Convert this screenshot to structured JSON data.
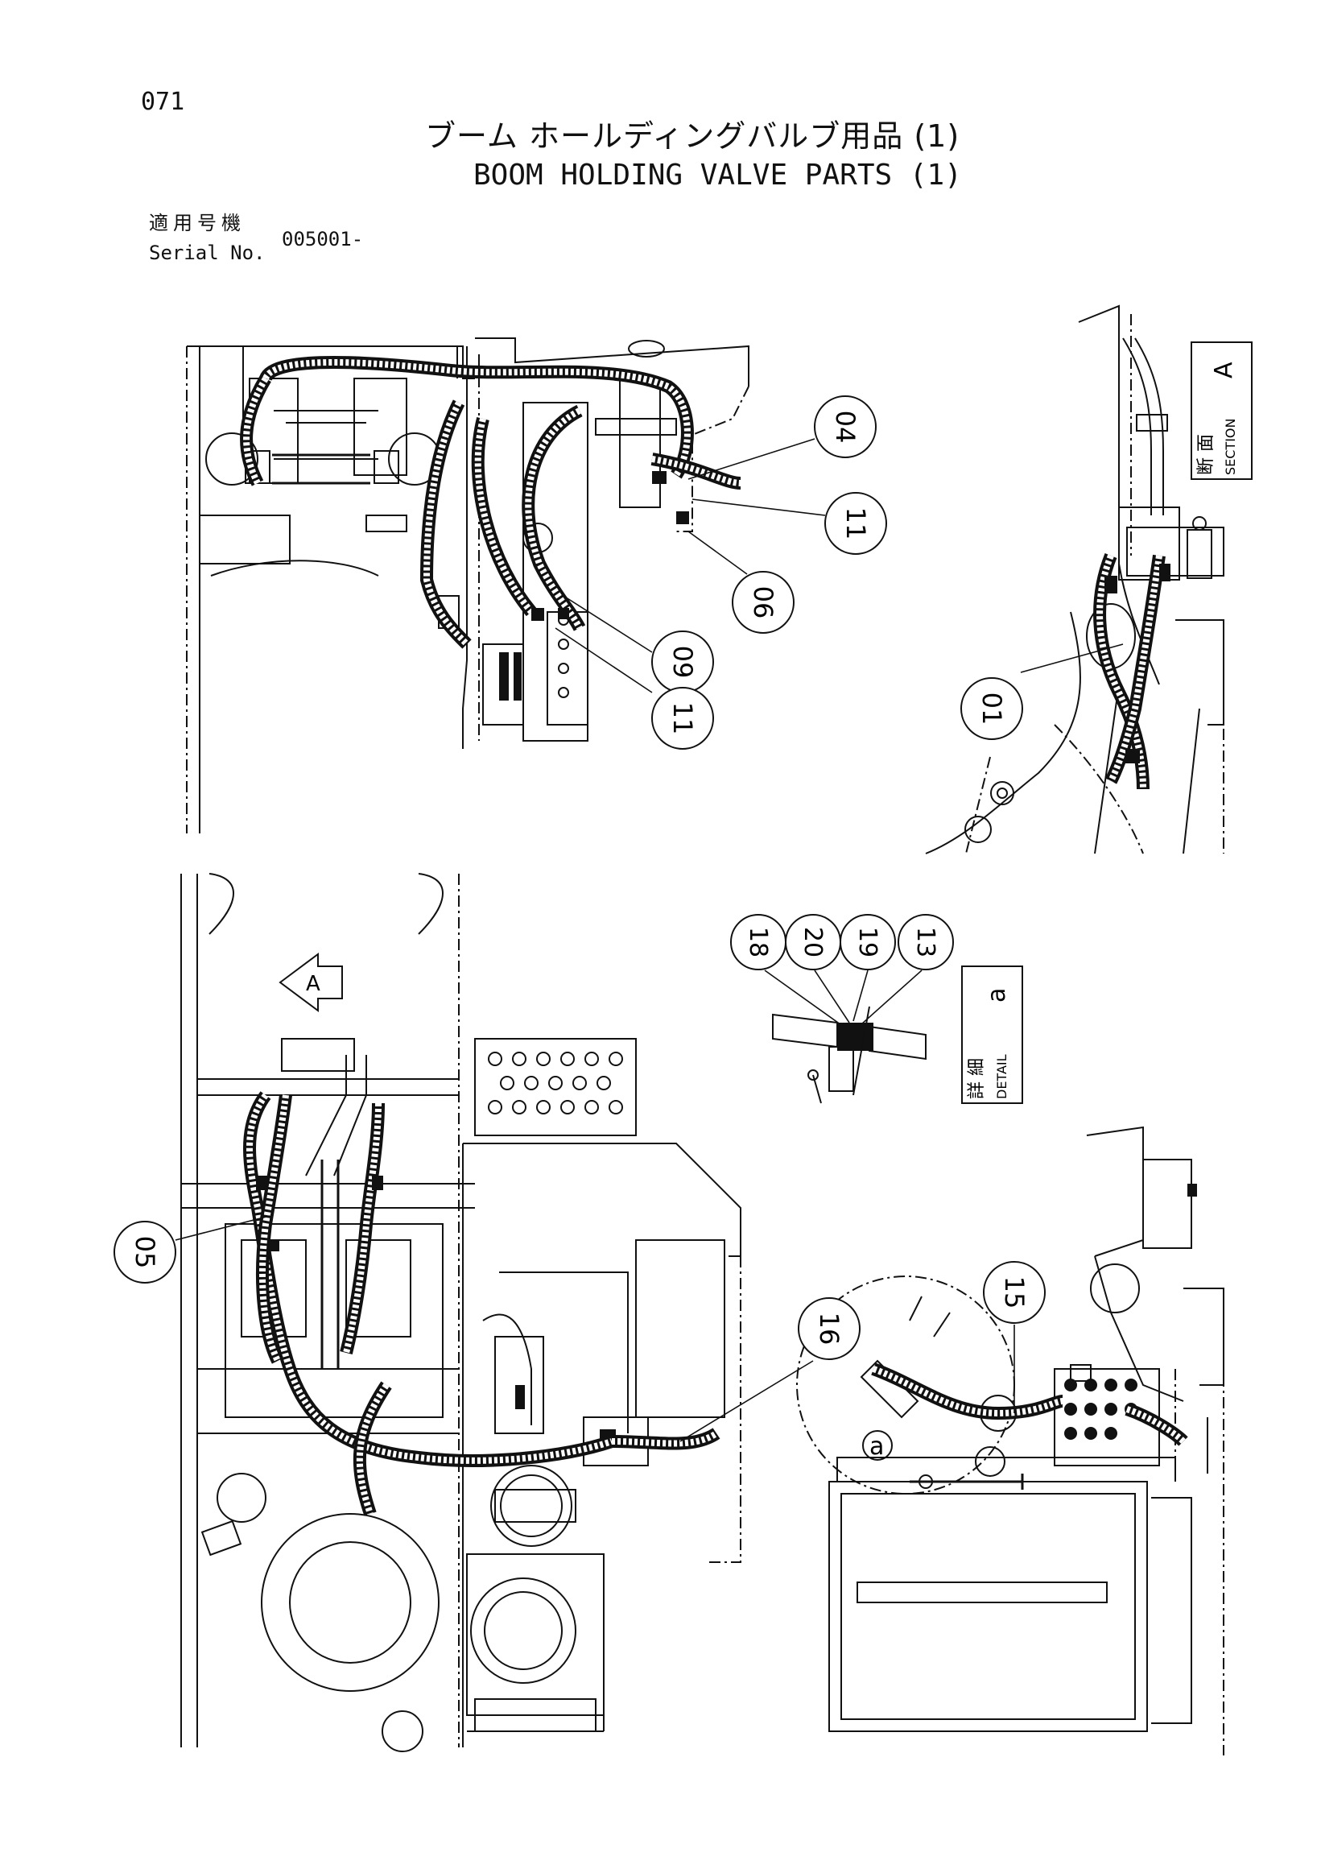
{
  "header": {
    "page_number": "071",
    "title_jp": "ブーム ホールディングバルブ用品 (1)",
    "title_en": "BOOM HOLDING VALVE PARTS (1)",
    "serial_label_jp": "適用号機",
    "serial_label_en": "Serial No.",
    "serial_value": "005001-"
  },
  "section_label": {
    "jp": "断 面",
    "en": "SECTION",
    "letter": "A"
  },
  "detail_label": {
    "jp": "詳 細",
    "en": "DETAIL",
    "letter": "a"
  },
  "view_arrow": {
    "letter": "A"
  },
  "detail_circle": {
    "letter": "a"
  },
  "callouts": {
    "c04": "04",
    "c11a": "11",
    "c06": "06",
    "c09": "09",
    "c11b": "11",
    "c01": "01",
    "c18": "18",
    "c20": "20",
    "c19": "19",
    "c13": "13",
    "c05": "05",
    "c16": "16",
    "c15": "15"
  }
}
